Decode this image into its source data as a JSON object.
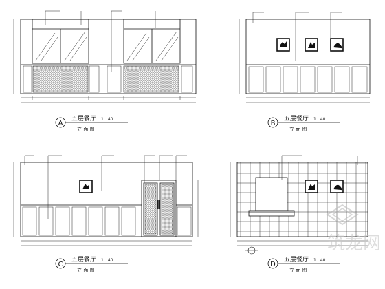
{
  "sheet": {
    "panels": [
      {
        "letter": "A",
        "title": "五层餐厅",
        "scale": "1：40",
        "subtitle": "立 面 图"
      },
      {
        "letter": "B",
        "title": "五层餐厅",
        "scale": "1：40",
        "subtitle": "立 面 图"
      },
      {
        "letter": "C",
        "title": "五层餐厅",
        "scale": "1：40",
        "subtitle": "立 面 图"
      },
      {
        "letter": "D",
        "title": "五层餐厅",
        "scale": "1：40",
        "subtitle": "立 面 图"
      }
    ],
    "watermark": "筑龙网"
  }
}
